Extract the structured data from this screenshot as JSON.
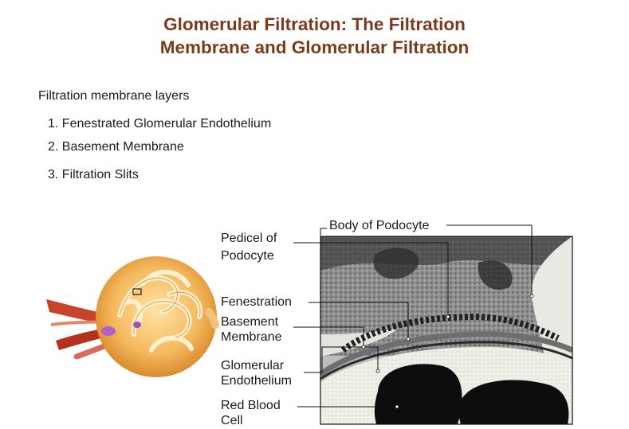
{
  "slide": {
    "title_line1": "Glomerular Filtration: The Filtration",
    "title_line2": "Membrane and Glomerular Filtration",
    "intro": "Filtration membrane layers",
    "list": [
      "1.  Fenestrated Glomerular Endothelium",
      "2.  Basement Membrane",
      "3.  Filtration Slits"
    ]
  },
  "figure": {
    "labels": {
      "body_of_podocyte": "Body of Podocyte",
      "pedicel_line1": "Pedicel of",
      "pedicel_line2": "Podocyte",
      "fenestration": "Fenestration",
      "basement_line1": "Basement",
      "basement_line2": "Membrane",
      "glomerular_line1": "Glomerular",
      "glomerular_line2": "Endothelium",
      "rbc_line1": "Red Blood",
      "rbc_line2": "Cell"
    }
  }
}
